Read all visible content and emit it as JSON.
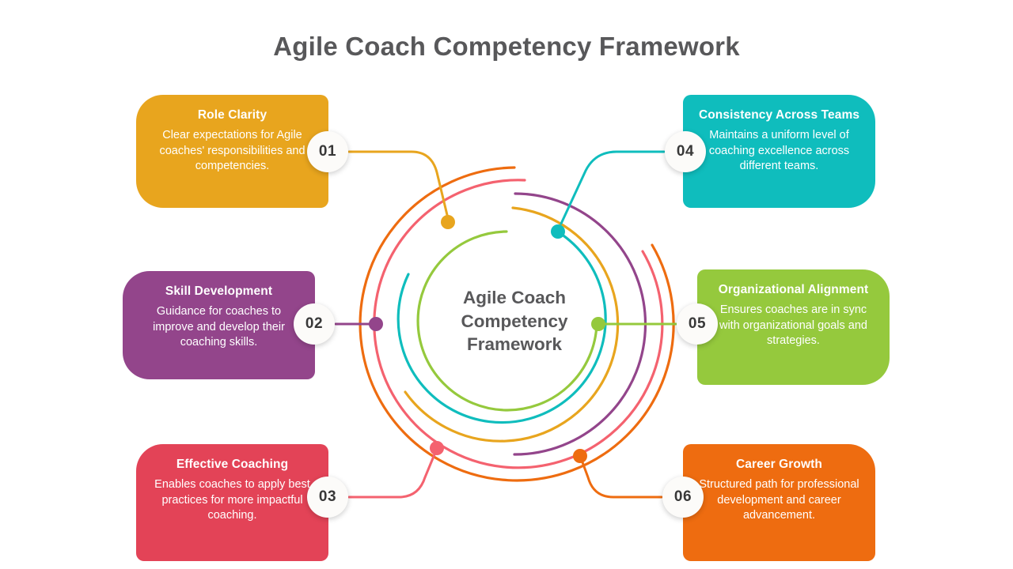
{
  "header": {
    "title": "Agile Coach Competency Framework"
  },
  "center": {
    "line1": "Agile Coach",
    "line2": "Competency",
    "line3": "Framework"
  },
  "palette": {
    "amber": "#E8A51E",
    "purple": "#93458B",
    "red": "#E34357",
    "teal": "#0FBDBD",
    "green": "#95C93D",
    "orange": "#EE6C10",
    "title_gray": "#58585A",
    "badge_bg": "#FCFBF9",
    "badge_text": "#383838",
    "background": "#FFFFFF"
  },
  "items": [
    {
      "number": "01",
      "title": "Role Clarity",
      "description": "Clear expectations for Agile coaches' responsibilities and competencies.",
      "color": "#E8A51E",
      "side": "left"
    },
    {
      "number": "02",
      "title": "Skill Development",
      "description": "Guidance for coaches to improve and develop their coaching skills.",
      "color": "#93458B",
      "side": "left"
    },
    {
      "number": "03",
      "title": "Effective Coaching",
      "description": "Enables coaches to apply best practices for more impactful coaching.",
      "color": "#E34357",
      "side": "left"
    },
    {
      "number": "04",
      "title": "Consistency Across Teams",
      "description": "Maintains a uniform level of coaching excellence across different teams.",
      "color": "#0FBDBD",
      "side": "right"
    },
    {
      "number": "05",
      "title": "Organizational Alignment",
      "description": "Ensures coaches are in sync with organizational goals and strategies.",
      "color": "#95C93D",
      "side": "right"
    },
    {
      "number": "06",
      "title": "Career Growth",
      "description": "Structured path for professional development and career advancement.",
      "color": "#EE6C10",
      "side": "right"
    }
  ]
}
